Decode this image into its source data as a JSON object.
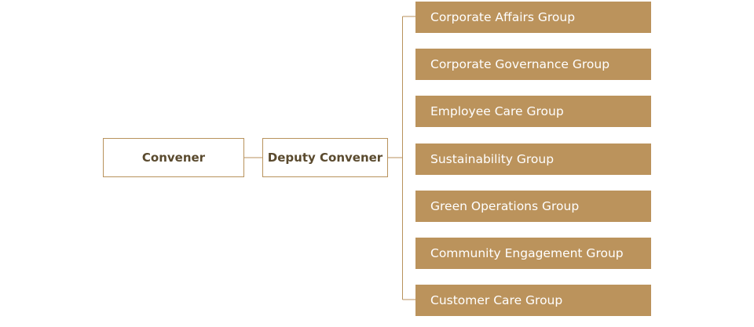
{
  "convener": {
    "label": "Convener"
  },
  "deputy": {
    "label": "Deputy Convener"
  },
  "groups": [
    {
      "label": "Corporate Affairs Group"
    },
    {
      "label": "Corporate Governance Group"
    },
    {
      "label": "Employee Care Group"
    },
    {
      "label": "Sustainability Group"
    },
    {
      "label": "Green Operations Group"
    },
    {
      "label": "Community Engagement Group"
    },
    {
      "label": "Customer Care Group"
    }
  ],
  "colors": {
    "accent": "#bb935c",
    "line": "#b8925c",
    "text_dark": "#5a4a2e",
    "text_light": "#ffffff"
  }
}
